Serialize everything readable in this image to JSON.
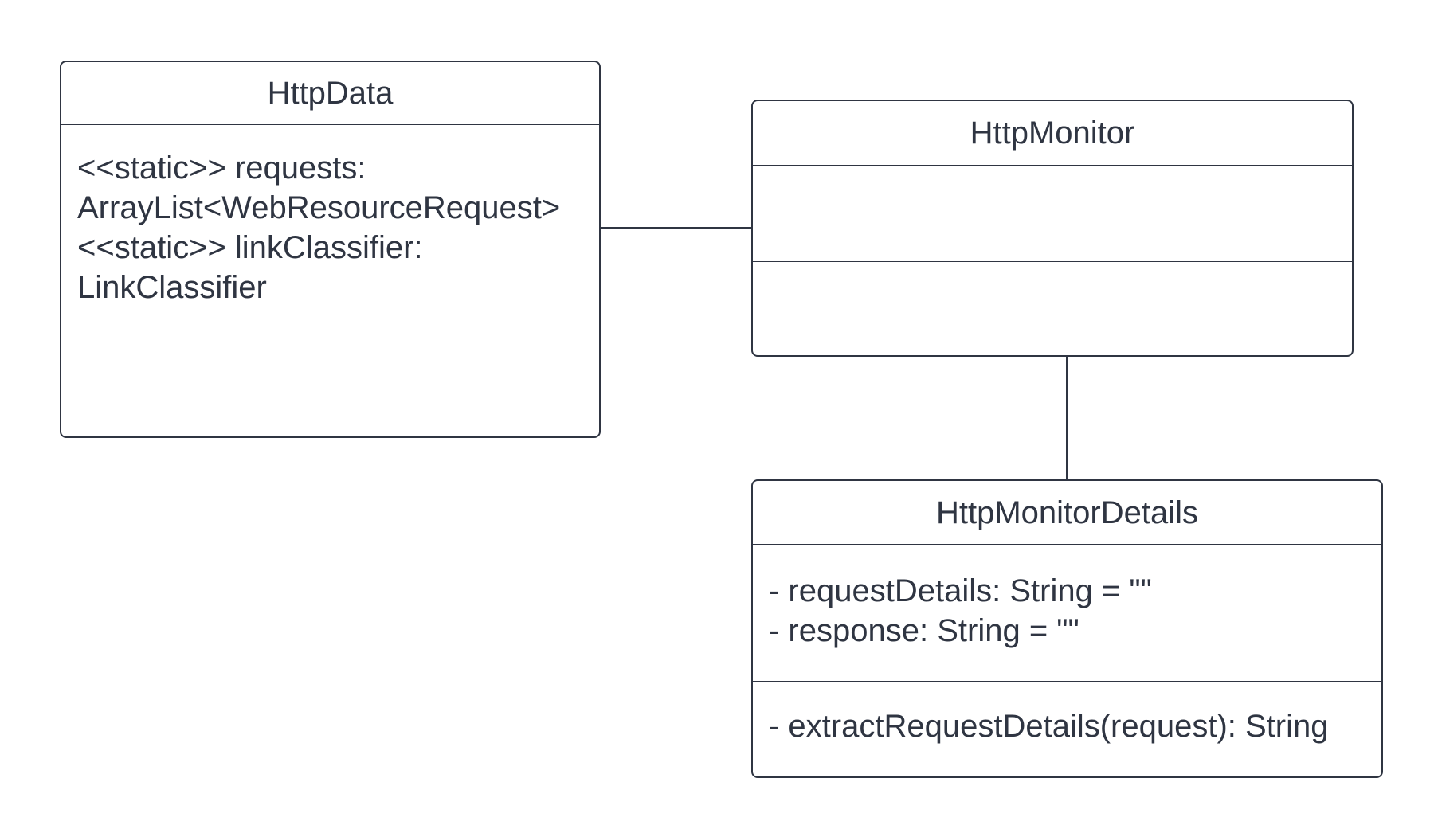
{
  "diagram": {
    "classes": [
      {
        "id": "httpdata",
        "name": "HttpData",
        "attributes": [
          "<<static>> requests:",
          "ArrayList<WebResourceRequest>",
          "<<static>> linkClassifier:",
          "LinkClassifier"
        ],
        "operations": []
      },
      {
        "id": "httpmonitor",
        "name": "HttpMonitor",
        "attributes": [],
        "operations": []
      },
      {
        "id": "httpmonitordetails",
        "name": "HttpMonitorDetails",
        "attributes": [
          "- requestDetails: String = \"\"",
          "- response: String = \"\""
        ],
        "operations": [
          "- extractRequestDetails(request): String"
        ]
      }
    ],
    "associations": [
      {
        "from": "httpdata",
        "to": "httpmonitor"
      },
      {
        "from": "httpmonitor",
        "to": "httpmonitordetails"
      }
    ],
    "colors": {
      "stroke": "#2f3542",
      "text": "#2f3542",
      "background": "#ffffff"
    }
  }
}
